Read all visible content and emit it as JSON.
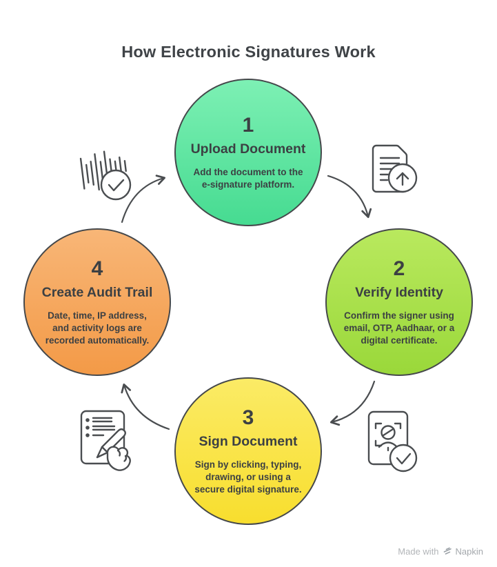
{
  "title": "How Electronic Signatures Work",
  "steps": [
    {
      "number": "1",
      "title": "Upload Document",
      "description": "Add the document to the e-signature platform.",
      "color_top": "#7df0b4",
      "color_bottom": "#46db91",
      "icon": "document-upload-icon"
    },
    {
      "number": "2",
      "title": "Verify Identity",
      "description": "Confirm the signer using email, OTP, Aadhaar, or a digital certificate.",
      "color_top": "#b9e95e",
      "color_bottom": "#9ad83a",
      "icon": "face-id-check-icon"
    },
    {
      "number": "3",
      "title": "Sign Document",
      "description": "Sign by clicking, typing, drawing, or using a secure digital signature.",
      "color_top": "#fbeb66",
      "color_bottom": "#f8de2e",
      "icon": "signing-hand-icon"
    },
    {
      "number": "4",
      "title": "Create Audit Trail",
      "description": "Date, time, IP address, and activity logs are recorded automatically.",
      "color_top": "#f8b677",
      "color_bottom": "#f39a47",
      "icon": "audit-log-check-icon"
    }
  ],
  "flow": [
    "step1 → step2",
    "step2 → step3",
    "step3 → step4",
    "step4 → step1"
  ],
  "watermark": {
    "prefix": "Made with",
    "brand": "Napkin"
  },
  "colors": {
    "text": "#3c4043",
    "stroke": "#4a4d50",
    "border": "#45484b",
    "watermark": "#b2b5b8"
  }
}
